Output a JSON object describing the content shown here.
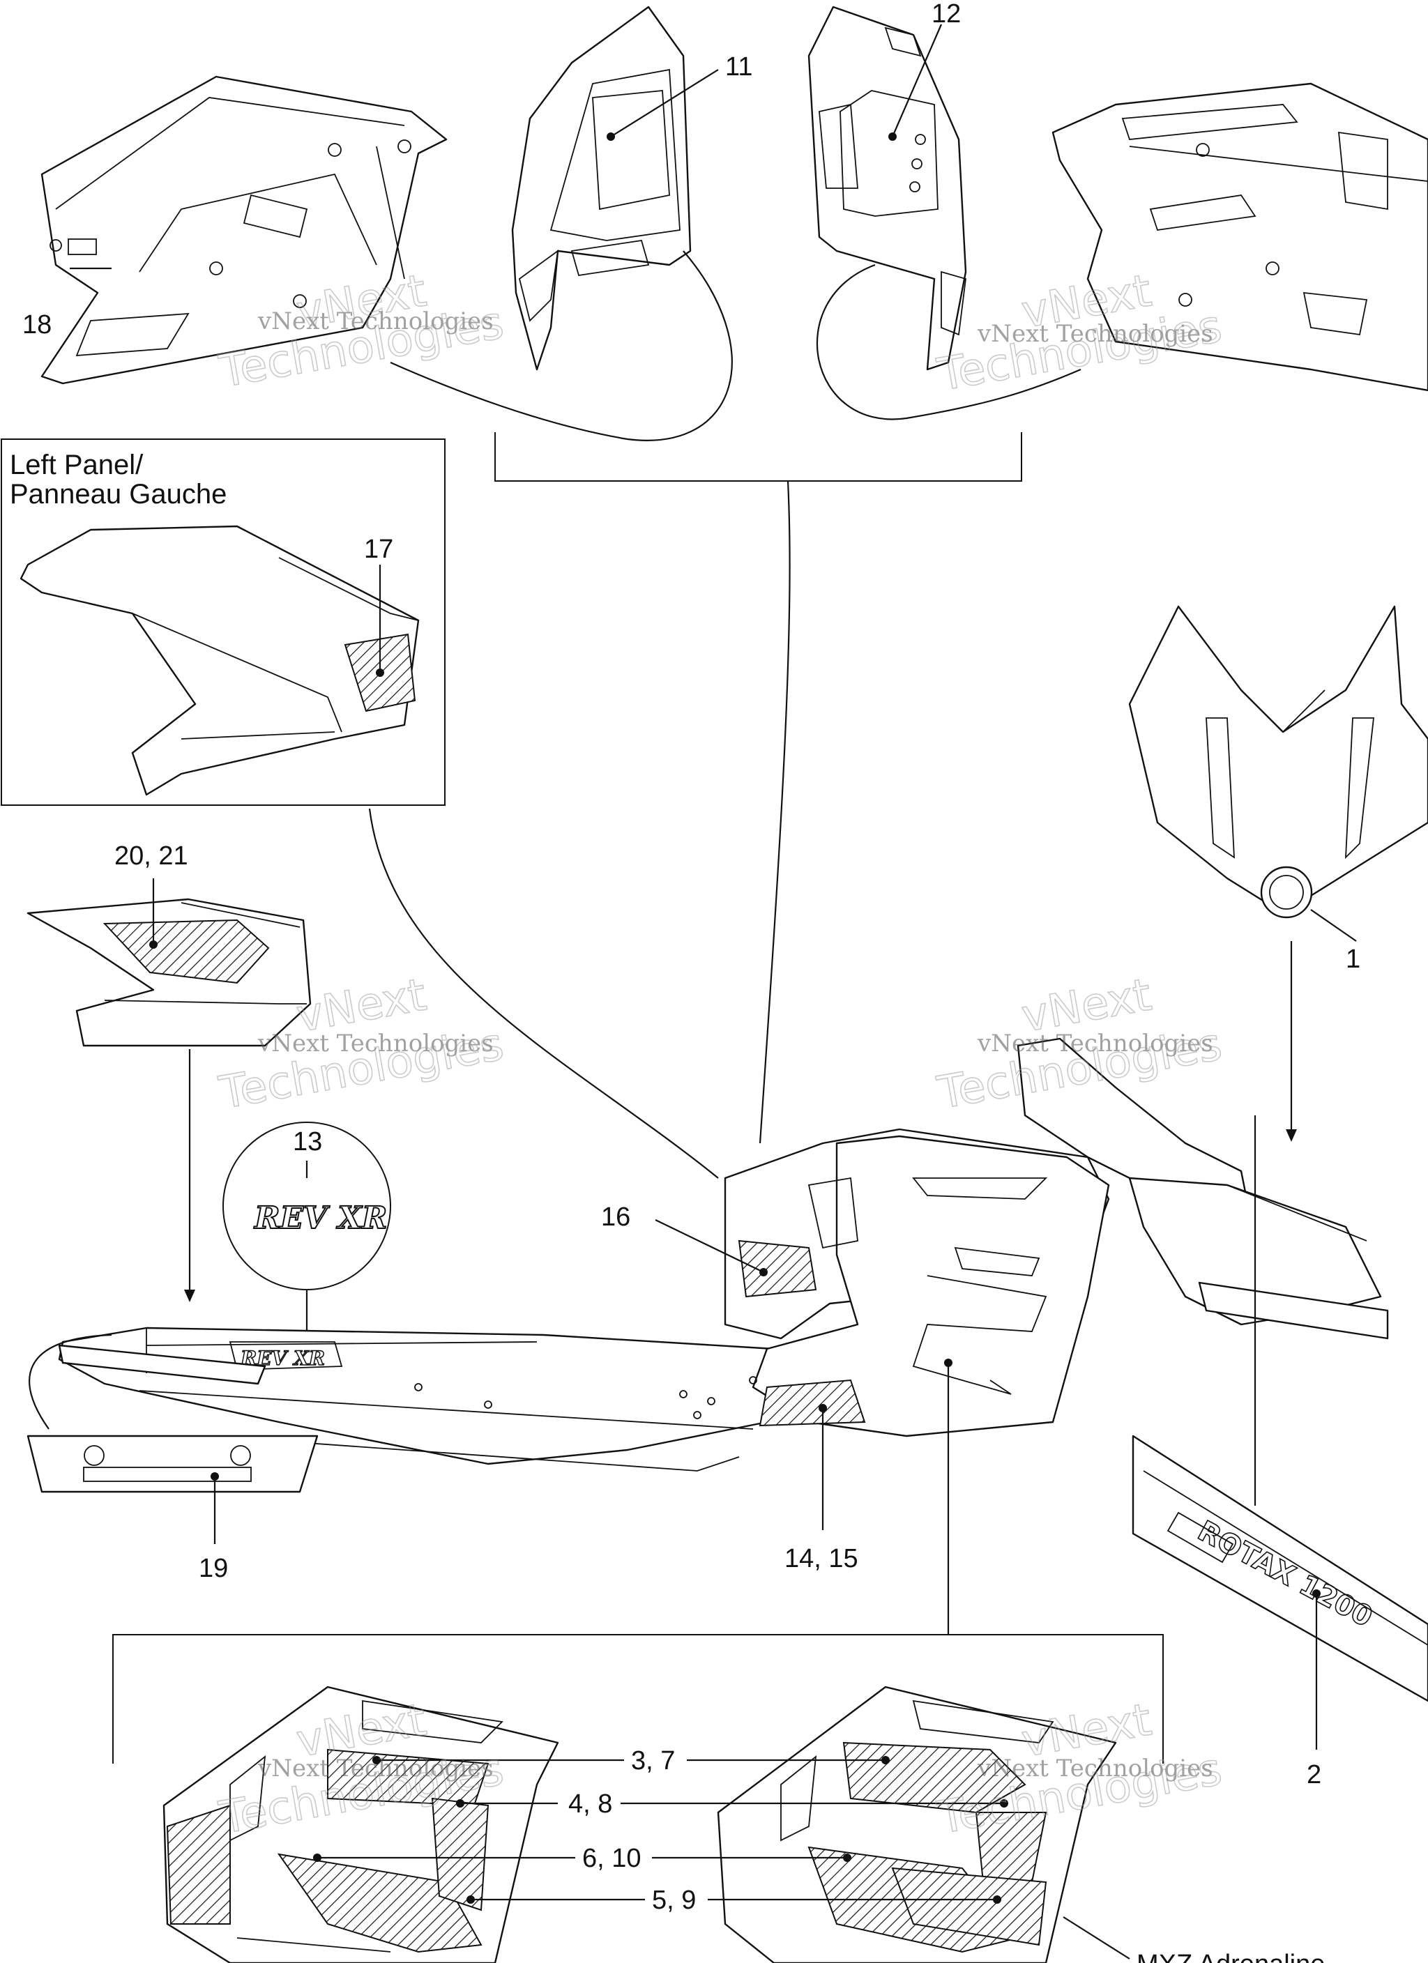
{
  "diagram": {
    "left_panel_title_line1": "Left Panel/",
    "left_panel_title_line2": "Panneau Gauche",
    "bottom_caption": "MXZ Adrenaline",
    "logo_text": "REV XR",
    "engine_decal_text": "ROTAX 1200",
    "callouts": {
      "c1": "1",
      "c2": "2",
      "c3_7": "3, 7",
      "c4_8": "4, 8",
      "c5_9": "5, 9",
      "c6_10": "6, 10",
      "c11": "11",
      "c12": "12",
      "c13": "13",
      "c14_15": "14, 15",
      "c16": "16",
      "c17": "17",
      "c18": "18",
      "c19": "19",
      "c20_21": "20, 21"
    },
    "watermark_line1": "vNext Technologies",
    "watermark_line2": "vNext",
    "watermark_line3": "Technologies"
  },
  "colors": {
    "ink": "#111111",
    "paper": "#ffffff",
    "watermark": "#999999"
  }
}
